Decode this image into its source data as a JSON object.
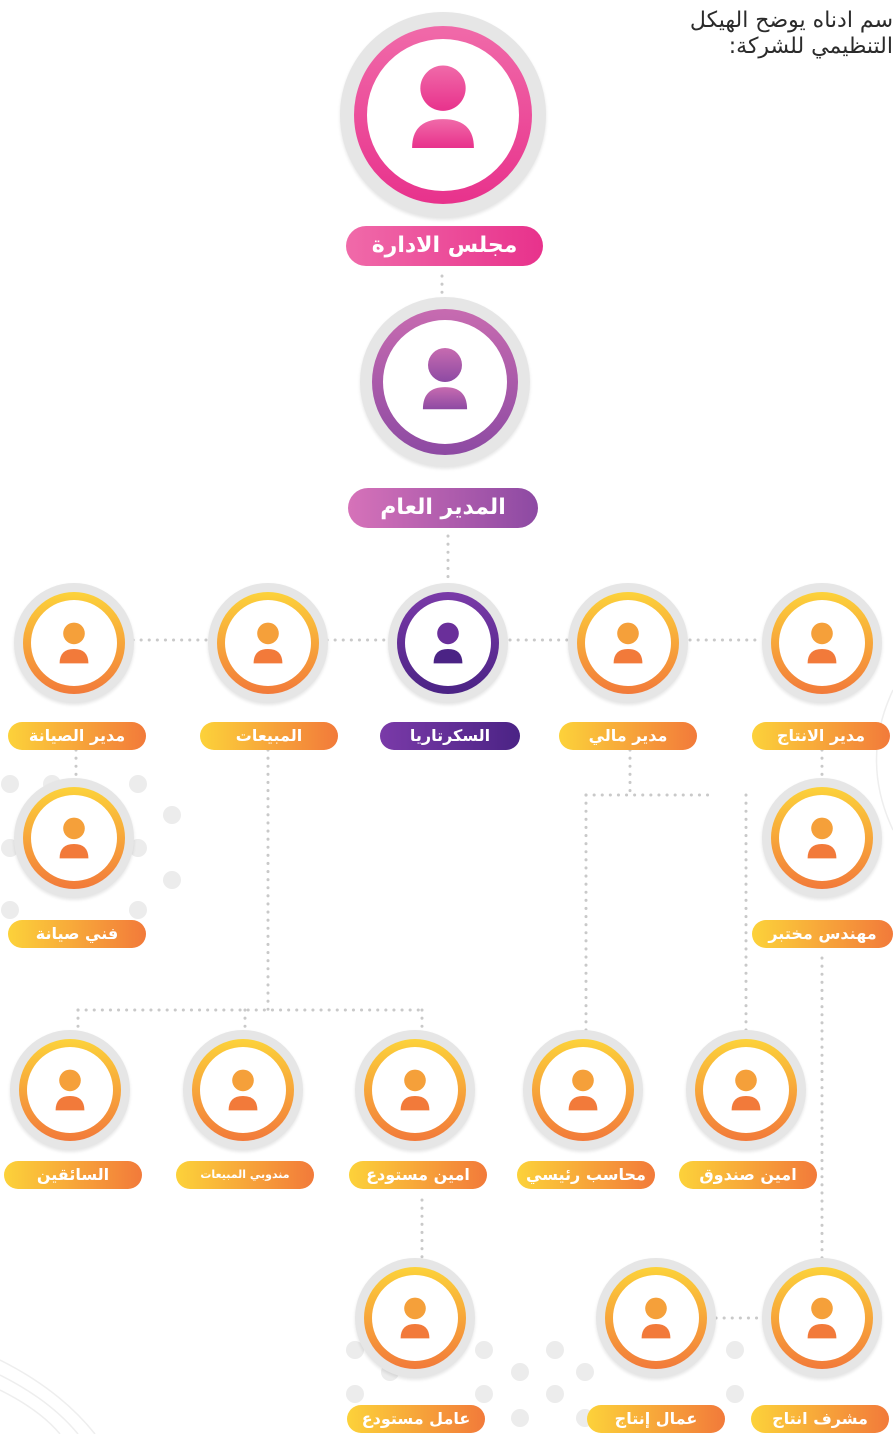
{
  "intro": {
    "line1": "سم ادناه يوضح الهيكل",
    "line2": "التنظيمي للشركة:"
  },
  "colors": {
    "pink_top": "#f06aa9",
    "pink_bottom": "#e8328c",
    "purple_top": "#c76bb0",
    "purple_bottom": "#8d4aa3",
    "orange_top": "#fcd23a",
    "orange_bottom": "#f27a3a",
    "secretary_top": "#7a3aa8",
    "secretary_bottom": "#4b2385",
    "dots": "#c9c9c9"
  },
  "nodes": {
    "board": "مجلس الادارة",
    "gm": "المدير العام",
    "secretary": "السكرتاريا",
    "sales": "المبيعات",
    "maintenance_manager": "مدير الصيانة",
    "finance_manager": "مدير مالي",
    "production_manager": "مدير الانتاج",
    "maintenance_tech": "فني صيانة",
    "lab_engineer": "مهندس مختبر",
    "drivers": "السائقين",
    "sales_reps": "مندوبي المبيعات",
    "warehouse_keeper": "امين مستودع",
    "chief_accountant": "محاسب رئيسي",
    "cashier": "امين صندوق",
    "warehouse_worker": "عامل مستودع",
    "production_workers": "عمال إنتاج",
    "production_supervisor": "مشرف انتاج"
  }
}
